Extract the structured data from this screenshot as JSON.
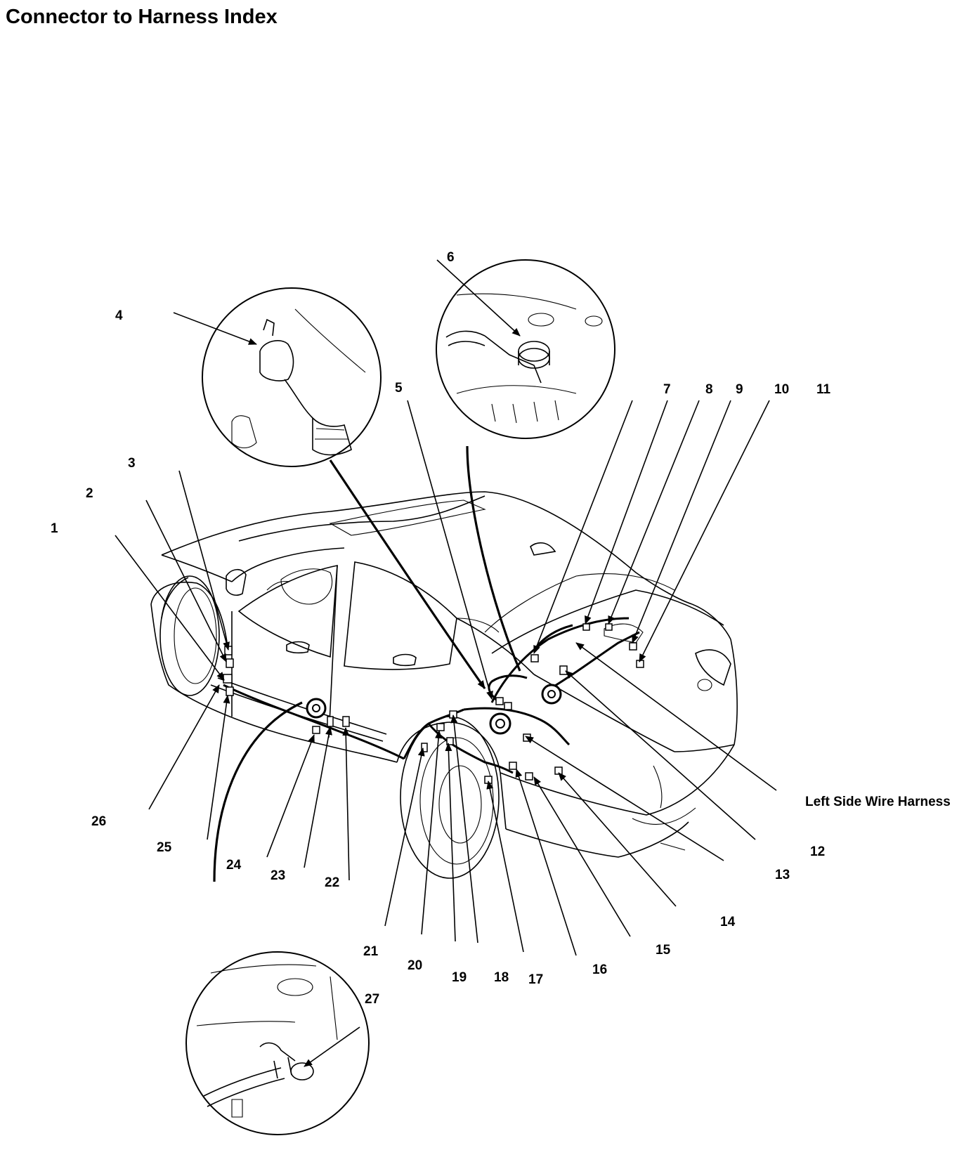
{
  "title": "Connector to Harness Index",
  "harness_label": "Left Side Wire Harness",
  "callouts": [
    "1",
    "2",
    "3",
    "4",
    "5",
    "6",
    "7",
    "8",
    "9",
    "10",
    "11",
    "12",
    "13",
    "14",
    "15",
    "16",
    "17",
    "18",
    "19",
    "20",
    "21",
    "22",
    "23",
    "24",
    "25",
    "26",
    "27"
  ]
}
